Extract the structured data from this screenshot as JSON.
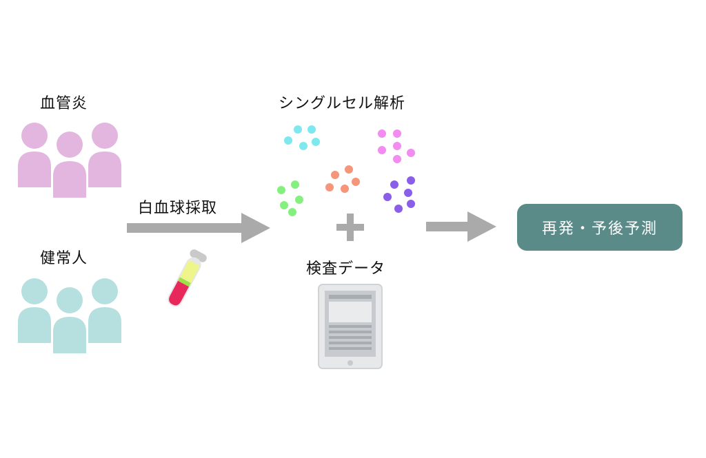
{
  "groups": {
    "vasculitis": {
      "label": "血管炎",
      "color": "#e2b6df"
    },
    "healthy": {
      "label": "健常人",
      "color": "#b6dfdf"
    }
  },
  "steps": {
    "collection": "白血球採取",
    "single_cell": "シングルセル解析",
    "lab_data": "検査データ",
    "plus": "+"
  },
  "outcome": {
    "label": "再発・予後予測",
    "color": "#5a8b88"
  },
  "cluster_colors": [
    "#7ee8ef",
    "#f28cf0",
    "#86f07e",
    "#f5957a",
    "#8a5ee8"
  ],
  "arrow_color": "#aaaaaa"
}
